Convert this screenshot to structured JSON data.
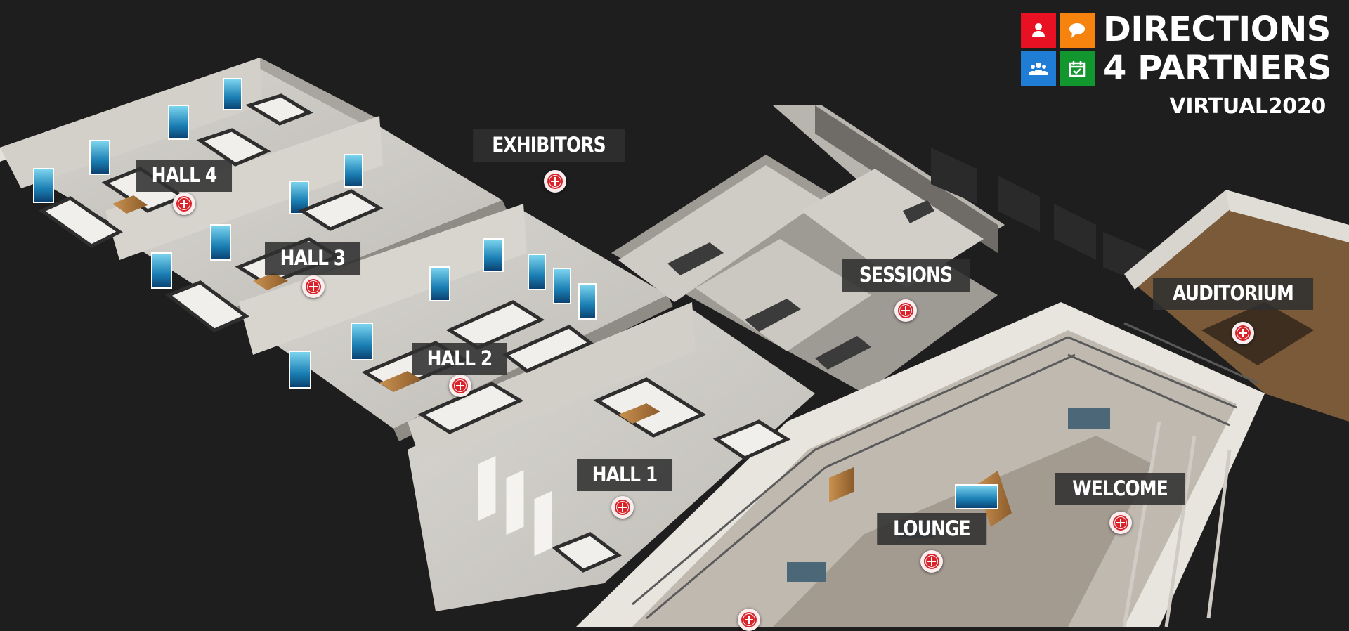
{
  "logo": {
    "line1": "DIRECTIONS",
    "line2": "4 PARTNERS",
    "line3": "VIRTUAL2020",
    "tiles": [
      {
        "color": "#e81123",
        "icon": "person-icon"
      },
      {
        "color": "#f7830f",
        "icon": "chat-bubble-icon"
      },
      {
        "color": "#1f7dd6",
        "icon": "people-group-icon"
      },
      {
        "color": "#12962e",
        "icon": "calendar-check-icon"
      }
    ]
  },
  "locations": [
    {
      "id": "hall-4",
      "label": "HALL 4"
    },
    {
      "id": "hall-3",
      "label": "HALL 3"
    },
    {
      "id": "hall-2",
      "label": "HALL 2"
    },
    {
      "id": "hall-1",
      "label": "HALL 1"
    },
    {
      "id": "exhibitors",
      "label": "EXHIBITORS"
    },
    {
      "id": "sessions",
      "label": "SESSIONS"
    },
    {
      "id": "auditorium",
      "label": "AUDITORIUM"
    },
    {
      "id": "welcome",
      "label": "WELCOME"
    },
    {
      "id": "lounge",
      "label": "LOUNGE"
    }
  ],
  "colors": {
    "background": "#1e1e1e",
    "pin": "#d8232a",
    "label_bg": "#303030"
  }
}
